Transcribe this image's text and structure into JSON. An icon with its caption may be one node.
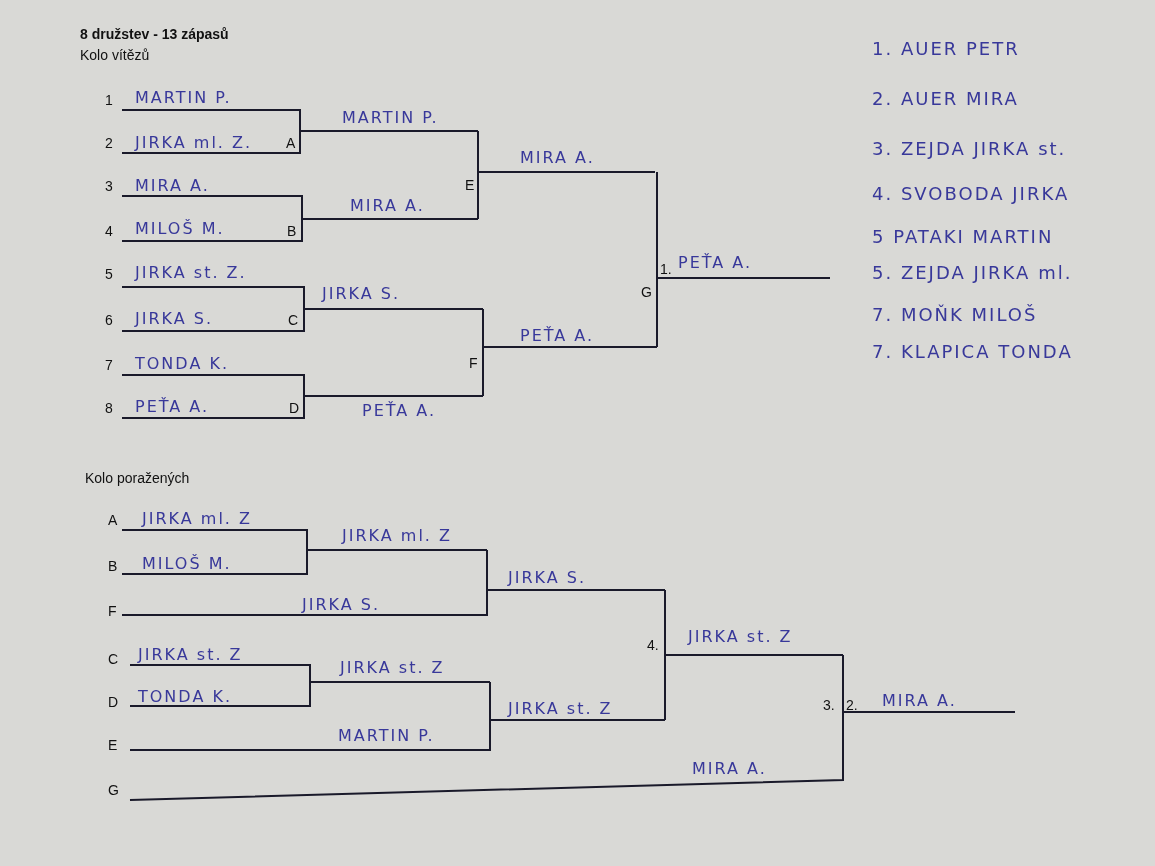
{
  "diagram": {
    "title": "8 družstev - 13 zápasů",
    "labels": [
      "Kolo vítězů",
      "1",
      "MARTIN P.",
      "2",
      "JIRKA ml. Z.",
      "A",
      "MARTIN P.",
      "3",
      "MIRA A.",
      "4",
      "MILOŠ M.",
      "B",
      "MIRA A.",
      "E",
      "MIRA A.",
      "5",
      "JIRKA st. Z.",
      "6",
      "JIRKA S.",
      "C",
      "JIRKA S.",
      "7",
      "TONDA K.",
      "8",
      "PEŤA A.",
      "D",
      "PEŤA A.",
      "F",
      "PEŤA A.",
      "G",
      "1.",
      "PEŤA A.",
      "1. AUER PETR",
      "2. AUER MIRA",
      "3. ZEJDA JIRKA st.",
      "4. SVOBODA JIRKA",
      "5 PATAKI MARTIN",
      "5. ZEJDA JIRKA ml.",
      "7. MOŇK MILOŠ",
      "7. KLAPICA TONDA",
      "Kolo poražených",
      "A",
      "JIRKA ml. Z",
      "B",
      "MILOŠ M.",
      "JIRKA ml. Z",
      "F",
      "JIRKA S.",
      "JIRKA S.",
      "C",
      "JIRKA st. Z",
      "D",
      "TONDA K.",
      "JIRKA st. Z",
      "E",
      "MARTIN P.",
      "JIRKA st. Z",
      "4.",
      "JIRKA st. Z",
      "3.",
      "2.",
      "MIRA A.",
      "G",
      "MIRA A."
    ]
  }
}
